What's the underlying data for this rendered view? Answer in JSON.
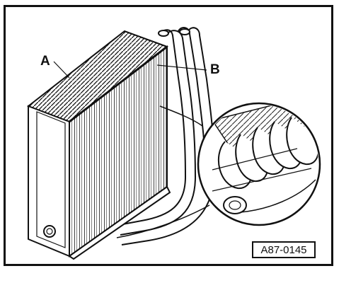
{
  "callouts": {
    "a": "A",
    "b": "B"
  },
  "reference_code": "A87-0145",
  "colors": {
    "line": "#111111",
    "background": "#ffffff"
  }
}
